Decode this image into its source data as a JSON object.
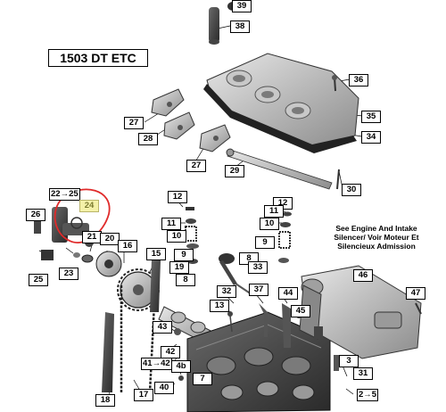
{
  "diagram": {
    "title": "1503 DT ETC",
    "note": "See Engine And Intake Silencer/ Voir Moteur Et Silencieux Admission",
    "highlighted_callout": "24",
    "callouts": [
      "39",
      "38",
      "36",
      "35",
      "34",
      "27",
      "28",
      "27",
      "29",
      "30",
      "22→25",
      "24",
      "26",
      "21",
      "20",
      "23",
      "25",
      "16",
      "15",
      "12",
      "11",
      "10",
      "9",
      "19",
      "8",
      "12",
      "11",
      "10",
      "9",
      "8",
      "33",
      "44",
      "46",
      "47",
      "32",
      "37",
      "45",
      "13",
      "43",
      "42",
      "41→42",
      "4b",
      "40",
      "18",
      "17",
      "7",
      "31",
      "3",
      "2→5"
    ]
  }
}
